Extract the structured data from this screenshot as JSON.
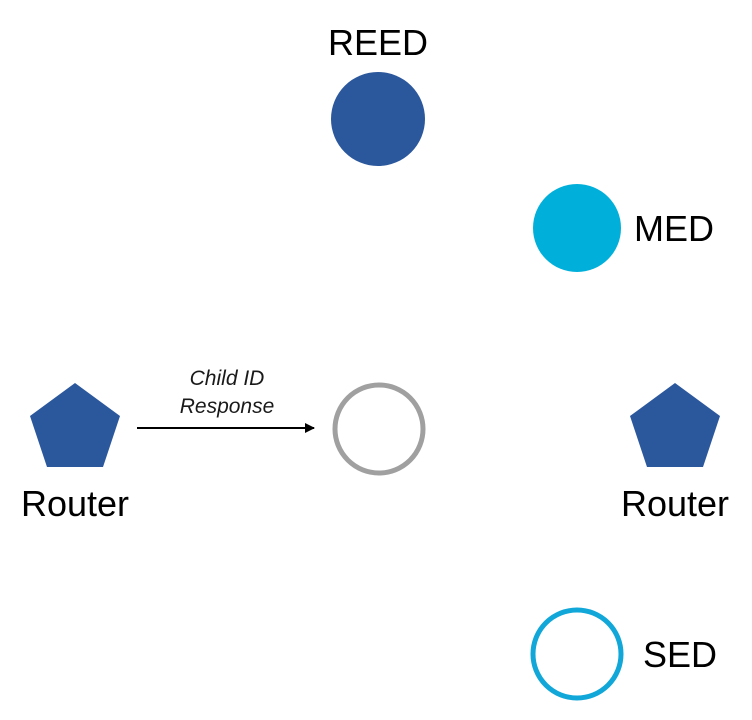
{
  "nodes": {
    "reed": {
      "label": "REED",
      "color": "#2b579c"
    },
    "med": {
      "label": "MED",
      "color": "#00b0da"
    },
    "router_left": {
      "label": "Router",
      "color": "#2b579c"
    },
    "router_right": {
      "label": "Router",
      "color": "#2b579c"
    },
    "joining": {
      "stroke": "#a0a0a0"
    },
    "sed": {
      "label": "SED",
      "stroke": "#11a7d8"
    }
  },
  "message": {
    "line1": "Child ID",
    "line2": "Response",
    "color": "#000000"
  }
}
